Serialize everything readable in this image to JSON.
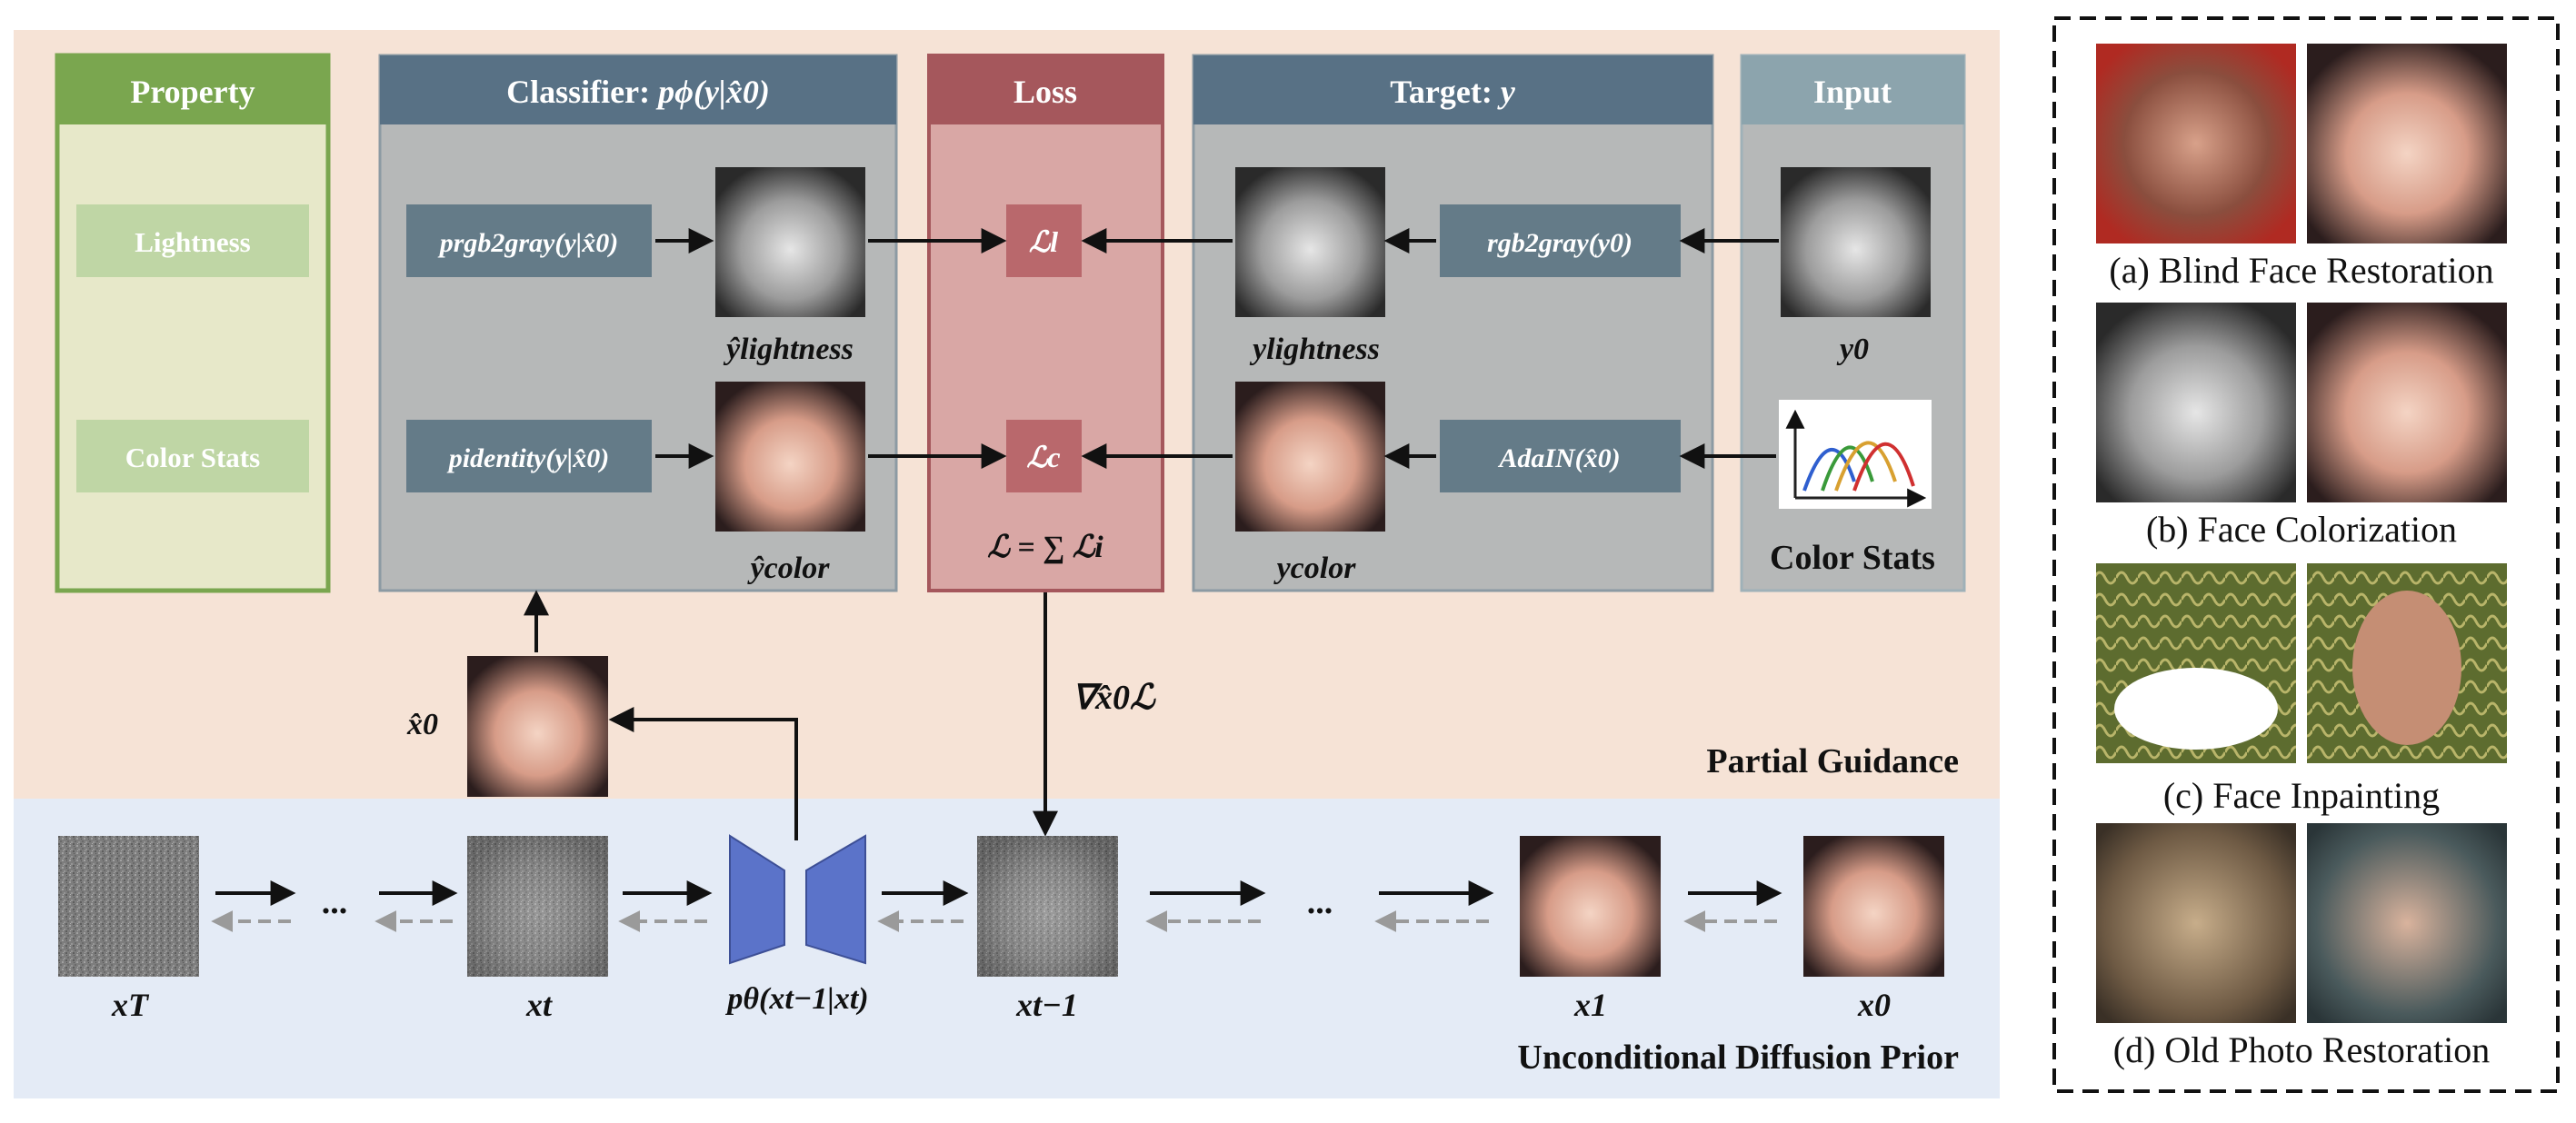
{
  "sections": {
    "partial_guidance": "Partial Guidance",
    "diffusion_prior": "Unconditional Diffusion Prior"
  },
  "panels": {
    "property": {
      "title": "Property",
      "items": [
        "Lightness",
        "Color Stats"
      ]
    },
    "classifier": {
      "title_text": "Classifier: ",
      "title_math": "pϕ(y|x̂0)",
      "rows": [
        {
          "func": "prgb2gray(y|x̂0)",
          "output_label": "ŷlightness"
        },
        {
          "func": "pidentity(y|x̂0)",
          "output_label": "ŷcolor"
        }
      ]
    },
    "loss": {
      "title": "Loss",
      "terms": [
        "ℒl",
        "ℒc"
      ],
      "total": "ℒ = ∑ ℒi"
    },
    "target": {
      "title_text": "Target: ",
      "title_math": "y",
      "rows": [
        {
          "func": "rgb2gray(y0)",
          "label": "ylightness"
        },
        {
          "func": "AdaIN(x̂0)",
          "label": "ycolor"
        }
      ]
    },
    "input": {
      "title": "Input",
      "labels": [
        "y0",
        "Color Stats"
      ]
    }
  },
  "pipeline": {
    "x0_hat_label": "x̂0",
    "gradient_label": "∇x̂0ℒ",
    "ellipsis": "...",
    "nodes": [
      "xT",
      "xt",
      "pθ(xt−1|xt)",
      "xt−1",
      "x1",
      "x0"
    ]
  },
  "examples": [
    "(a) Blind Face Restoration",
    "(b) Face Colorization",
    "(c) Face Inpainting",
    "(d) Old Photo Restoration"
  ],
  "colors": {
    "guidance_bg": "#f6e3d6",
    "prior_bg": "#e4ebf6",
    "property_green": "#7aa64f",
    "property_fill": "#e7e8c9",
    "classifier_header": "#587185",
    "panel_grey": "#b6b8b8",
    "loss_header": "#a5575c",
    "loss_fill": "#d9a7a5",
    "input_header": "#8ca4ad",
    "pill_dark": "#647b88",
    "unet_blue": "#5b73c9"
  }
}
